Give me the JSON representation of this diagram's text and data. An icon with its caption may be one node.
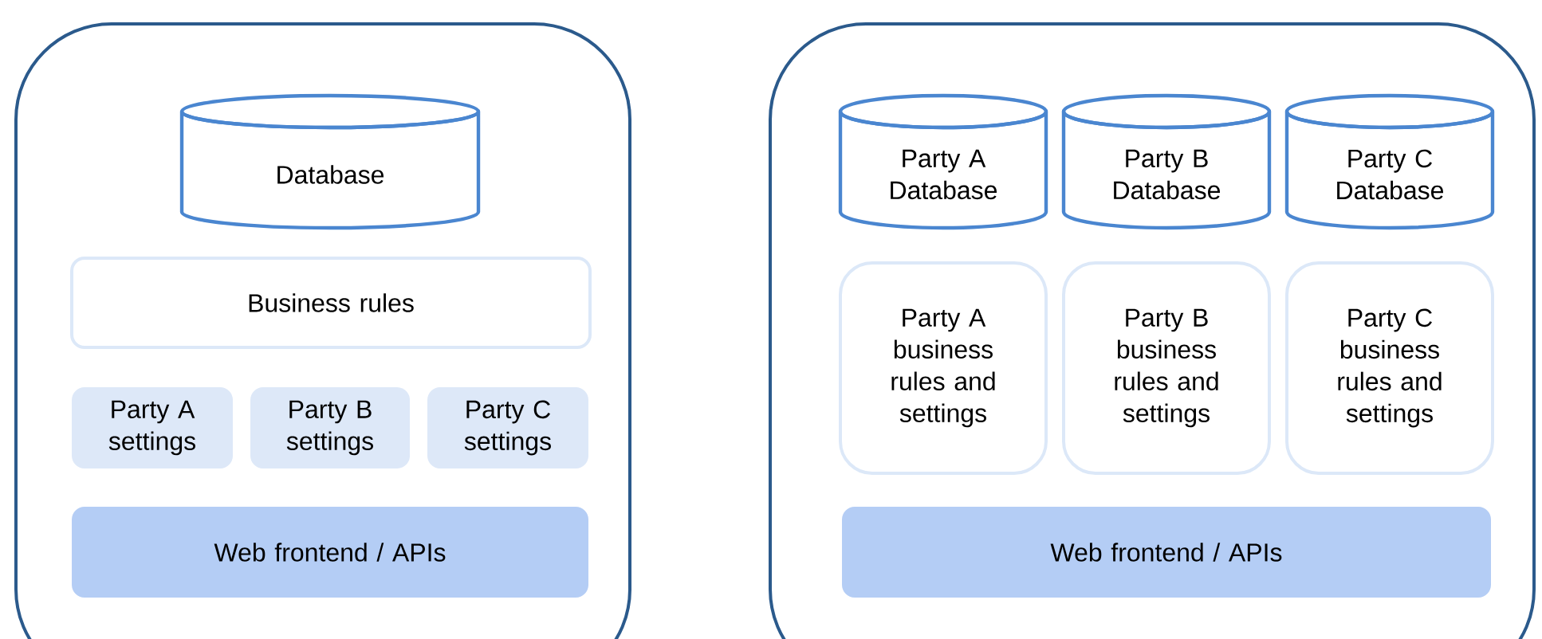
{
  "diagram": {
    "nodes": [
      {
        "text": [],
        "shape": "box"
      },
      {
        "text": [
          "Database"
        ],
        "in": 0
      },
      {
        "text": [
          "Business rules"
        ],
        "in": 0
      },
      {
        "text": [
          "Party A settings"
        ],
        "in": 0
      },
      {
        "text": [
          "Party B settings"
        ],
        "in": 0
      },
      {
        "text": [
          "Party C settings"
        ],
        "in": 0
      },
      {
        "text": [
          "Web frontend / APIs"
        ],
        "in": 0
      },
      {
        "text": [],
        "shape": "box"
      },
      {
        "text": [
          "Party A Database"
        ],
        "in": 7
      },
      {
        "text": [
          "Party B Database"
        ],
        "in": 7
      },
      {
        "text": [
          "Party C Database"
        ],
        "in": 7
      },
      {
        "text": [
          "Party A business rules and settings"
        ],
        "in": 7
      },
      {
        "text": [
          "Party B business rules and settings"
        ],
        "in": 7
      },
      {
        "text": [
          "Party C business rules and settings"
        ],
        "in": 7
      },
      {
        "text": [
          "Web frontend / APIs"
        ],
        "in": 7
      }
    ]
  }
}
